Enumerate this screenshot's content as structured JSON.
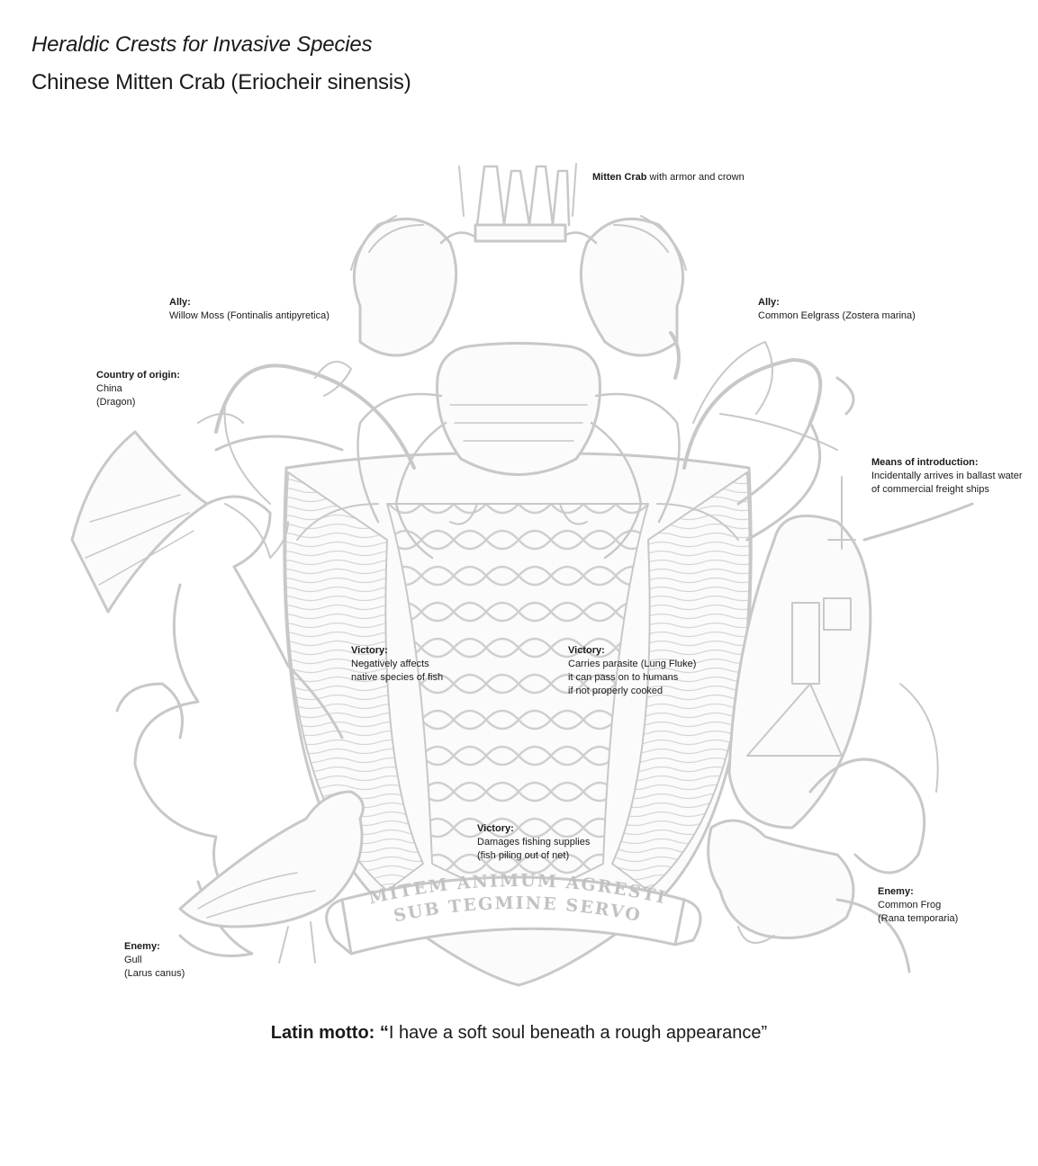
{
  "header": {
    "series_title": "Heraldic Crests for Invasive Species",
    "species_title": "Chinese Mitten Crab (Eriocheir sinensis)"
  },
  "labels": {
    "crown": {
      "heading": "Mitten Crab",
      "text": " with armor and crown"
    },
    "ally_left": {
      "heading": "Ally:",
      "lines": [
        "Willow Moss (Fontinalis antipyretica)"
      ]
    },
    "ally_right": {
      "heading": "Ally:",
      "lines": [
        "Common Eelgrass (Zostera marina)"
      ]
    },
    "origin": {
      "heading": "Country of origin:",
      "lines": [
        "China",
        "(Dragon)"
      ]
    },
    "introduction": {
      "heading": "Means of introduction:",
      "lines": [
        "Incidentally arrives in ballast water",
        "of commercial freight ships"
      ]
    },
    "victory_left": {
      "heading": "Victory:",
      "lines": [
        "Negatively affects",
        "native species of fish"
      ]
    },
    "victory_right": {
      "heading": "Victory:",
      "lines": [
        "Carries parasite (Lung Fluke)",
        "it can pass on to humans",
        "if not properly cooked"
      ]
    },
    "victory_bottom": {
      "heading": "Victory:",
      "lines": [
        "Damages fishing supplies",
        "(fish piling out of net)"
      ]
    },
    "enemy_left": {
      "heading": "Enemy:",
      "lines": [
        "Gull",
        "(Larus canus)"
      ]
    },
    "enemy_right": {
      "heading": "Enemy:",
      "lines": [
        "Common Frog",
        "(Rana temporaria)"
      ]
    }
  },
  "ribbon": {
    "line1": "MITEM ANIMUM AGRESTI",
    "line2": "SUB TEGMINE SERVO"
  },
  "motto": {
    "heading": "Latin motto: “",
    "text": "I have a soft soul beneath a rough appearance”"
  },
  "colors": {
    "line_art": "#c8c8c8",
    "text": "#1a1a1a",
    "background": "#ffffff"
  }
}
